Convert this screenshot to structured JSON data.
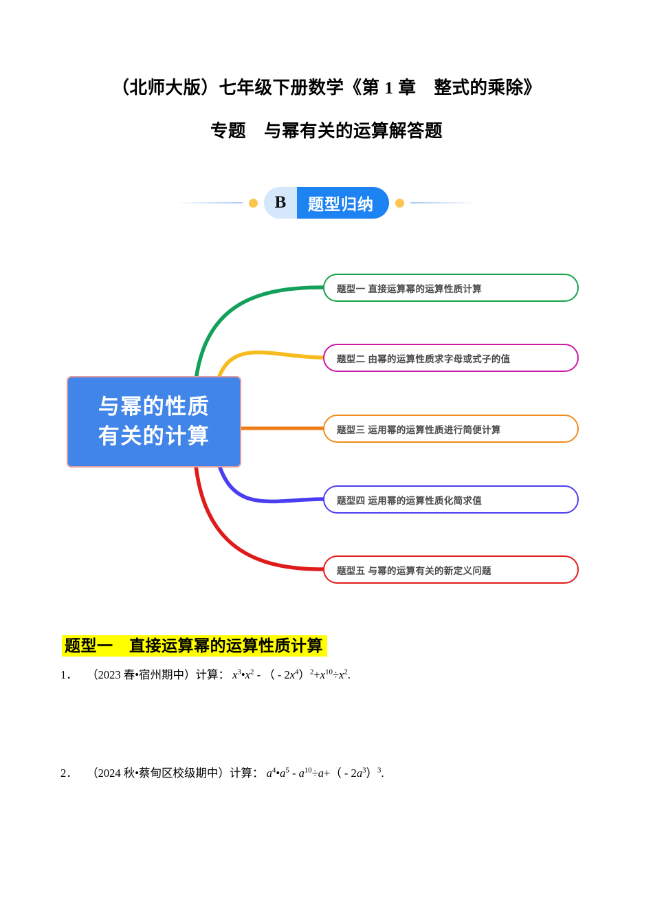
{
  "document": {
    "title_line_1": "（北师大版）七年级下册数学《第 1 章　整式的乘除》",
    "title_line_2": "专题　与幂有关的运算解答题"
  },
  "badge": {
    "letter": "B",
    "label": "题型归纳",
    "letter_bg": "#d4e7fb",
    "label_bg": "#1d82f2",
    "dot_color": "#fcc44d",
    "rule_color": "#a9c9ef"
  },
  "mindmap": {
    "center": {
      "line_1": "与幂的性质",
      "line_2": "有关的计算",
      "fill": "#4285e8",
      "border": "#dd9aa0",
      "text_color": "#ffffff"
    },
    "branches": [
      {
        "label": "题型一  直接运算幂的运算性质计算",
        "color": "#16a34a"
      },
      {
        "label": "题型二  由幂的运算性质求字母或式子的值",
        "color": "#cc19a6"
      },
      {
        "label": "题型三  运用幂的运算性质进行简便计算",
        "color": "#ef8c1b"
      },
      {
        "label": "题型四  运用幂的运算性质化简求值",
        "color": "#4b3ef0"
      },
      {
        "label": "题型五  与幂的运算有关的新定义问题",
        "color": "#e01b1b"
      }
    ],
    "connector_colors": [
      "#13a05a",
      "#f6bb1c",
      "#ef7c16",
      "#4b3ef0",
      "#e01b1b"
    ]
  },
  "section": {
    "heading": "题型一　直接运算幂的运算性质计算",
    "highlight_color": "#ffff00"
  },
  "problems": [
    {
      "number": "1．",
      "source": "（2023 春•宿州期中）计算：",
      "expression_plain": "x³•x² - （ - 2x⁴）²+x¹⁰÷x²."
    },
    {
      "number": "2．",
      "source": "（2024 秋•蔡甸区校级期中）计算：",
      "expression_plain": "a⁴•a⁵ - a¹⁰÷a+（ - 2a³）³."
    }
  ]
}
